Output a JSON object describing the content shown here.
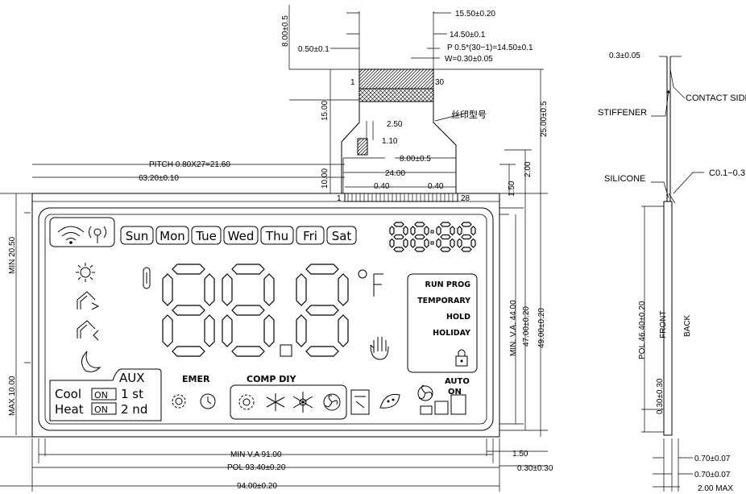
{
  "lcd": {
    "days": [
      "Sun",
      "Mon",
      "Tue",
      "Wed",
      "Thu",
      "Fri",
      "Sat"
    ],
    "degree_unit": "°F",
    "aux": "AUX",
    "cool": "Cool",
    "heat": "Heat",
    "on": "ON",
    "stage1": "1 st",
    "stage2": "2 nd",
    "emer": "EMER",
    "comp_diy": "COMP DIY",
    "status": [
      "RUN PROG",
      "TEMPORARY",
      "HOLD",
      "HOLIDAY"
    ],
    "auto": "AUTO",
    "auto_on": "ON"
  },
  "dimensions": {
    "d_15_50": "15.50±0.20",
    "d_14_50": "14.50±0.1",
    "d_pitch_fpc": "P 0.5*(30−1)=14.50±0.1",
    "d_w": "W=0.30±0.05",
    "d_8_00": "8.00±0.5",
    "d_0_50": "0.50±0.1",
    "pin1": "1",
    "pin30": "30",
    "d_15_00": "15.00",
    "silk": "丝印型号",
    "d_2_50": "2.50",
    "d_1_10": "1.10",
    "d_25_00": "25.00±0.5",
    "d_8_00b": "8.00±0.5",
    "d_2_00": "2.00",
    "pitch_pins": "PITCH 0.80X27=21.60",
    "d_63_20": "63.20±0.10",
    "d_1_50": "1.50",
    "d_10_00": "10.00",
    "d_24_00": "24.00",
    "d_0_40a": "0.40",
    "d_0_40b": "0.40",
    "pinb1": "1",
    "pin28": "28",
    "min_20_50": "MIN 20.50",
    "max_10_00": "MAX 10.00",
    "min_va_44": "MIN. V.A. 44.00",
    "d_47_00": "47.00±0.20",
    "d_49_00": "49.00±0.20",
    "min_va_91": "MIN V.A 91.00",
    "pol_93_40": "POL 93.40±0.20",
    "d_94_00": "94.00±0.20",
    "d_1_50b": "1.50",
    "d_0_30": "0.30±0.30"
  },
  "side_view": {
    "d_0_3": "0.3±0.05",
    "contact_side": "CONTACT SIDE",
    "stiffener": "STIFFENER",
    "silicone": "SILICONE",
    "c_0_1": "C0.1−0.3",
    "pol_46_40": "POL 46.40±0.20",
    "front": "FRONT",
    "back": "BACK",
    "d_0_30b": "0.30±0.30",
    "d_0_70a": "0.70±0.07",
    "d_0_70b": "0.70±0.07",
    "max_2_00": "2.00 MAX"
  }
}
